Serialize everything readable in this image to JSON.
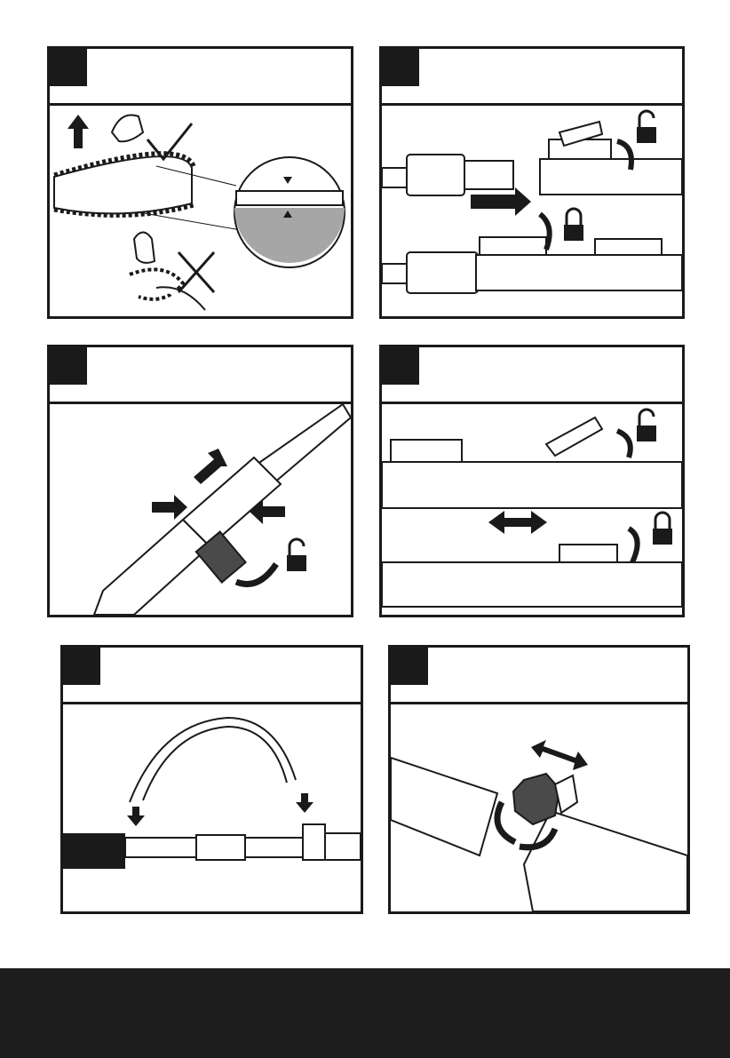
{
  "panels": [
    {
      "step": "",
      "title": "",
      "illustration": "chain-tension-check"
    },
    {
      "step": "",
      "title": "",
      "illustration": "pole-extension-lock"
    },
    {
      "step": "",
      "title": "",
      "illustration": "release-tool-head"
    },
    {
      "step": "",
      "title": "",
      "illustration": "adjust-extension-length"
    },
    {
      "step": "",
      "title": "",
      "illustration": "attach-shoulder-strap"
    },
    {
      "step": "",
      "title": "",
      "illustration": "adjust-angle-knob"
    }
  ],
  "colors": {
    "ink": "#1a1a1a",
    "footer": "#1d1d1d",
    "magnifier_fill": "#a6a6a6"
  }
}
